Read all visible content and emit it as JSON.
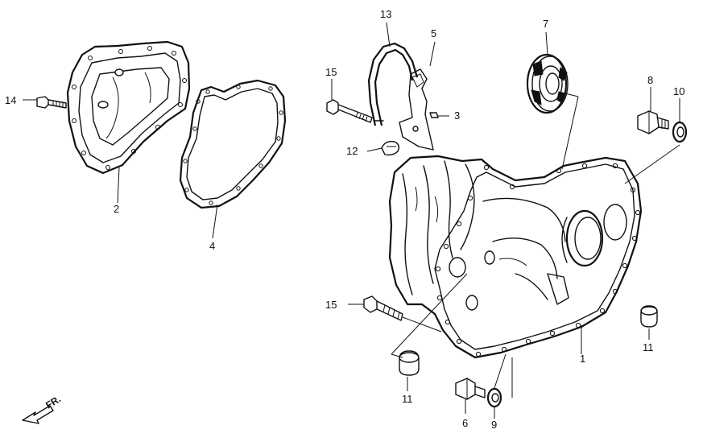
{
  "callouts": {
    "c1": "1",
    "c2": "2",
    "c3": "3",
    "c4": "4",
    "c5": "5",
    "c6": "6",
    "c7": "7",
    "c8": "8",
    "c9": "9",
    "c10": "10",
    "c11a": "11",
    "c11b": "11",
    "c13": "13",
    "c12": "12",
    "c14": "14",
    "c15a": "15",
    "c15b": "15"
  },
  "direction_marker": {
    "text": "FR."
  }
}
